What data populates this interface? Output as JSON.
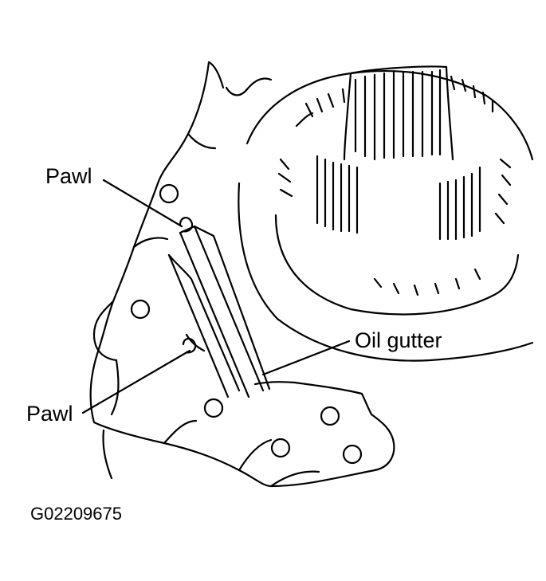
{
  "labels": {
    "pawl_top": "Pawl",
    "pawl_bottom": "Pawl",
    "oil_gutter": "Oil gutter"
  },
  "figure_id": "G02209675",
  "colors": {
    "ink": "#000000",
    "paper": "#ffffff"
  }
}
